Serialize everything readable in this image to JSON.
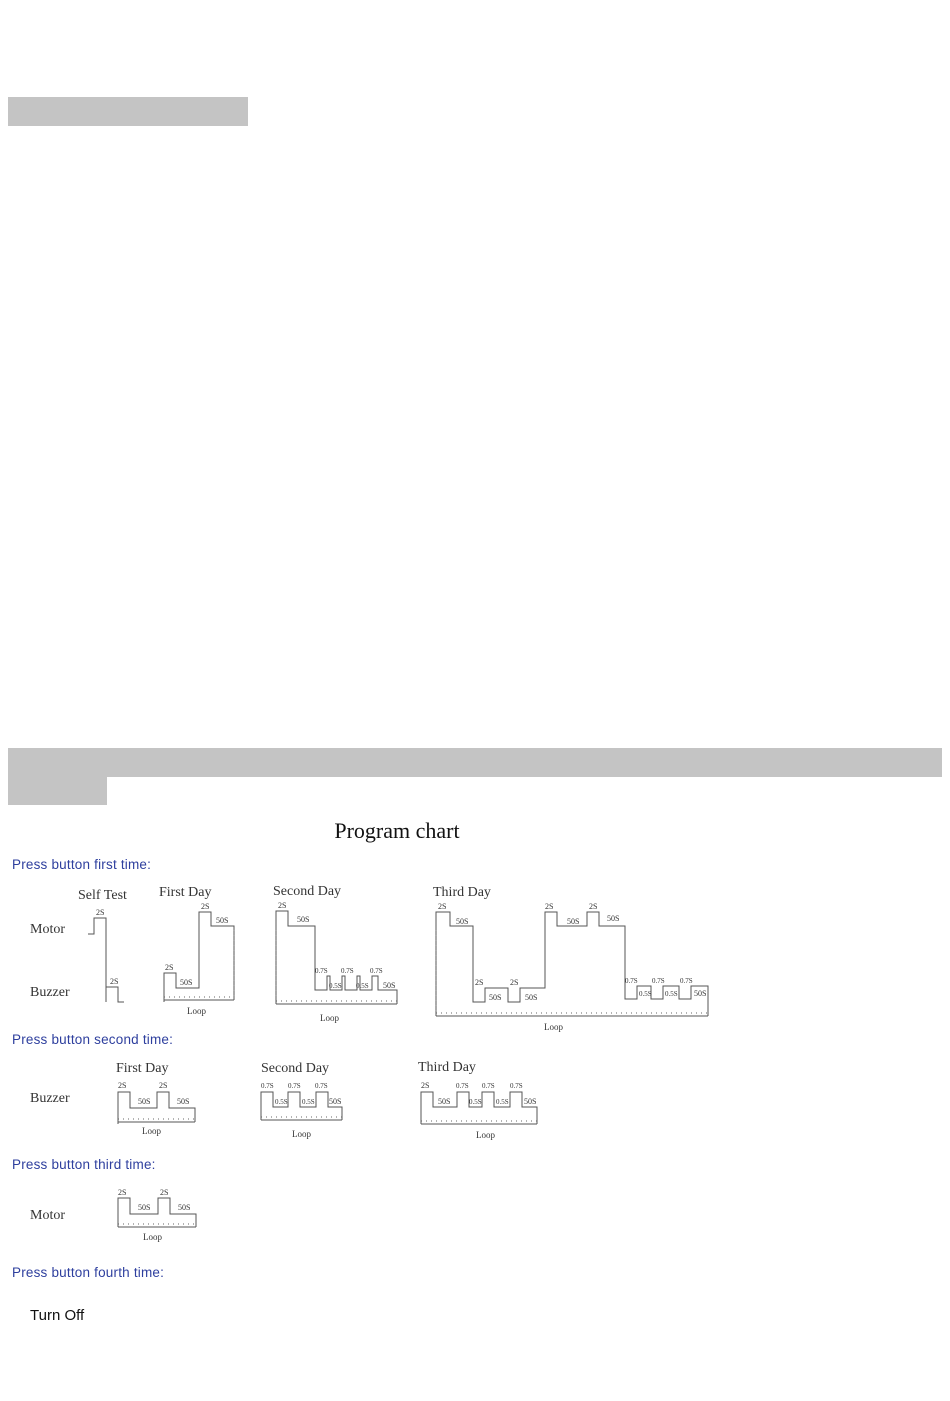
{
  "chart_title": "Program chart",
  "sections": {
    "first": "Press button first time:",
    "second": "Press button second time:",
    "third": "Press button third time:",
    "fourth": "Press button fourth time:"
  },
  "turn_off": "Turn Off",
  "row_labels": {
    "motor": "Motor",
    "buzzer": "Buzzer"
  },
  "day_labels": {
    "self_test": "Self Test",
    "first_day": "First Day",
    "second_day": "Second Day",
    "third_day": "Third Day"
  },
  "loop_label": "Loop",
  "durations": {
    "s2": "2S",
    "s50": "50S",
    "s07": "0.7S",
    "s05": "0.5S"
  },
  "colors": {
    "section_heading": "#2e3f9e",
    "band": "#c4c4c4",
    "line": "#555555"
  }
}
